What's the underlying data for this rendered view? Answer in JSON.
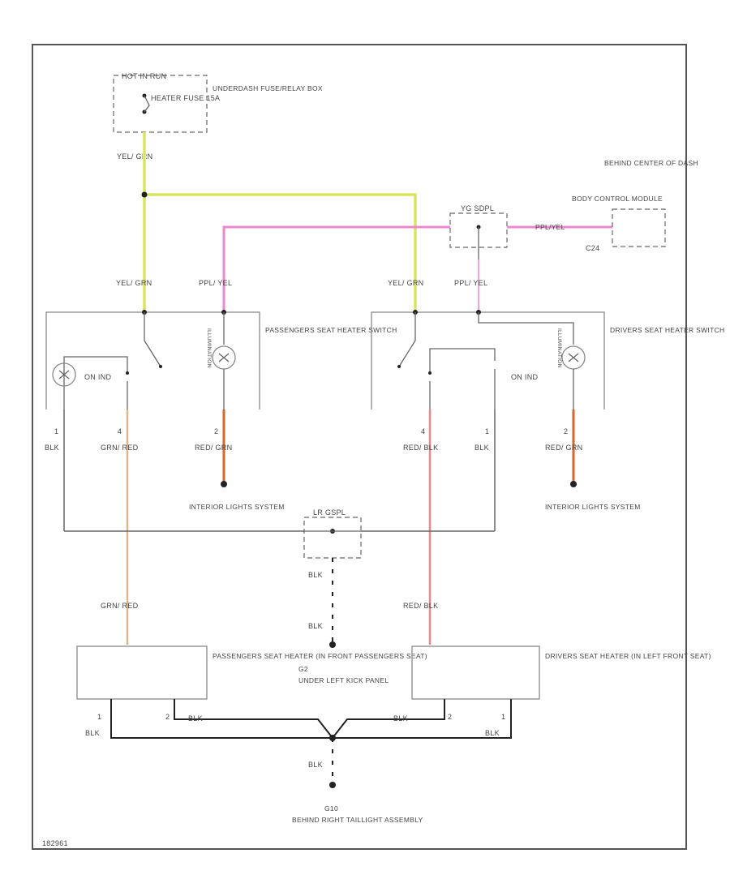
{
  "labels": {
    "fuse_box_header": "HOT IN RUN",
    "fuse_name": "HEATER FUSE 15A",
    "fuse_box_name": "UNDERDASH FUSE/RELAY BOX",
    "bcm_location": "BEHIND CENTER OF DASH",
    "bcm_name": "BODY CONTROL MODULE",
    "bcm_pin": "C24",
    "connector_top": "YG SDPL",
    "connector_mid": "LR GSPL",
    "pass_switch": "PASSENGERS SEAT HEATER SWITCH",
    "drv_switch": "DRIVERS SEAT HEATER SWITCH",
    "illumination": "ILLUMINATION",
    "on_ind": "ON IND",
    "interior_lights_left": "INTERIOR LIGHTS SYSTEM",
    "interior_lights_right": "INTERIOR LIGHTS SYSTEM",
    "pass_heater": "PASSENGERS SEAT HEATER (IN FRONT PASSENGERS SEAT)",
    "drv_heater": "DRIVERS SEAT HEATER (IN LEFT FRONT SEAT)",
    "ground_g2": "G2",
    "ground_g2_loc": "UNDER LEFT KICK PANEL",
    "ground_g10": "G10",
    "ground_g10_loc": "BEHIND RIGHT TAILLIGHT ASSEMBLY",
    "figure_id": "182961"
  },
  "wire_labels": {
    "feed_yel_grn": "YEL/ GRN",
    "ppl_yel_harness": "PPL/YEL",
    "pass_feed": "YEL/ GRN",
    "pass_ppl_yel": "PPL/ YEL",
    "drv_feed": "YEL/ GRN",
    "drv_ppl_yel": "PPL/ YEL",
    "blk_1": "BLK",
    "blk_2": "BLK",
    "blk_3": "BLK",
    "blk_4": "BLK",
    "blk_5": "BLK",
    "blk_6": "BLK",
    "blk_7": "BLK",
    "blk_8": "BLK",
    "grn_red_1": "GRN/ RED",
    "grn_red_2": "GRN/ RED",
    "red_grn_1": "RED/ GRN",
    "red_grn_2": "RED/ GRN",
    "red_blk_1": "RED/ BLK",
    "red_blk_2": "RED/ BLK"
  },
  "pins": {
    "p_l1": "1",
    "p_l4": "4",
    "p_l2": "2",
    "p_r4": "4",
    "p_r1": "1",
    "p_r2": "2",
    "h_l1": "1",
    "h_l2": "2",
    "h_r2": "2",
    "h_r1": "1"
  },
  "colors": {
    "yel_grn": "#e6f07a",
    "ppl_yel": "#ee88cc",
    "grn_red": "#d8b88a",
    "red_grn": "#d06a2a",
    "red_blk": "#ee8888",
    "black": "#222222"
  }
}
